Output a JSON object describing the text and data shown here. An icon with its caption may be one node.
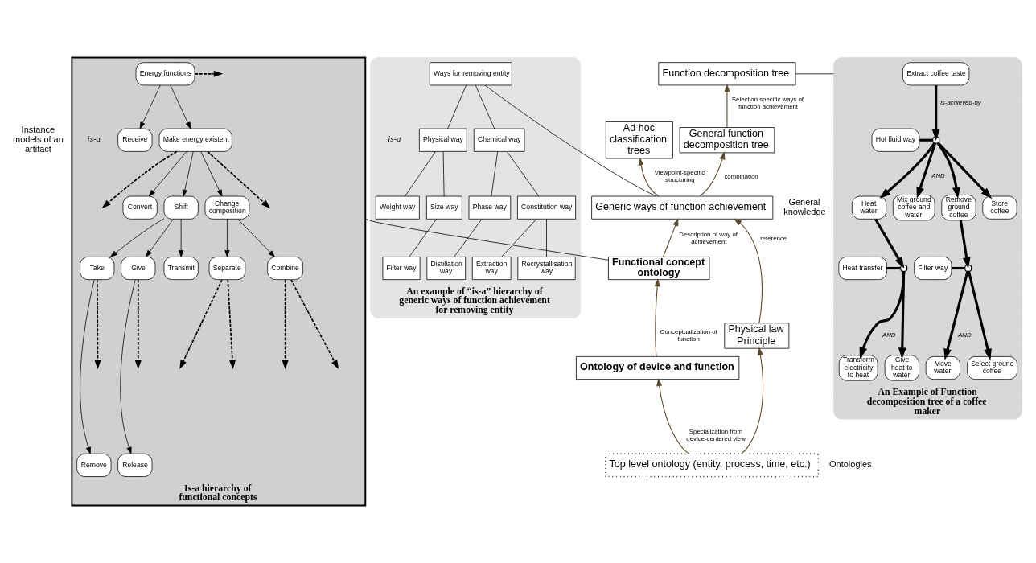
{
  "diagram": {
    "nodes": [
      {
        "text": [
          "Function decomposition tree"
        ]
      },
      {
        "text": [
          "General function decomposition tree"
        ]
      },
      {
        "text": [
          "Ad hoc classification trees"
        ]
      },
      {
        "text": [
          "Generic ways of function achievement"
        ]
      },
      {
        "text": [
          "Functional concept ontology"
        ]
      },
      {
        "text": [
          "Physical law Principle"
        ]
      },
      {
        "text": [
          "Ontology of device and function"
        ]
      },
      {
        "text": [
          "Top level ontology (entity, process, time, etc.)"
        ]
      },
      {
        "text": [
          "Is-a hierarchy of functional concepts"
        ]
      },
      {
        "text": [
          "Energy functions"
        ],
        "in": 8
      },
      {
        "text": [
          "Receive"
        ],
        "in": 8
      },
      {
        "text": [
          "Make energy existent"
        ],
        "in": 8
      },
      {
        "text": [
          "Convert"
        ],
        "in": 8
      },
      {
        "text": [
          "Shift"
        ],
        "in": 8
      },
      {
        "text": [
          "Change composition"
        ],
        "in": 8
      },
      {
        "text": [
          "Take"
        ],
        "in": 8
      },
      {
        "text": [
          "Give"
        ],
        "in": 8
      },
      {
        "text": [
          "Transmit"
        ],
        "in": 8
      },
      {
        "text": [
          "Separate"
        ],
        "in": 8
      },
      {
        "text": [
          "Combine"
        ],
        "in": 8
      },
      {
        "text": [
          "Remove"
        ],
        "in": 8
      },
      {
        "text": [
          "Release"
        ],
        "in": 8
      },
      {
        "text": [
          "An Example of Function decomposition tree of a coffee maker"
        ]
      },
      {
        "text": [
          "Extract coffee taste"
        ],
        "in": 22
      },
      {
        "text": [
          "Hot fluid way"
        ],
        "in": 22
      },
      {
        "text": [],
        "shape": "box",
        "in": 22
      },
      {
        "text": [
          "Heat water"
        ],
        "in": 22
      },
      {
        "text": [
          "Mix ground coffee and water"
        ],
        "in": 22
      },
      {
        "text": [
          "Remove ground coffee"
        ],
        "in": 22
      },
      {
        "text": [
          "Store coffee"
        ],
        "in": 22
      },
      {
        "text": [],
        "shape": "box",
        "in": 22
      },
      {
        "text": [
          "Heat transfer"
        ],
        "in": 22
      },
      {
        "text": [],
        "shape": "box",
        "in": 22
      },
      {
        "text": [
          "Filter way"
        ],
        "in": 22
      },
      {
        "text": [
          "Transform electricity to heat"
        ],
        "in": 22
      },
      {
        "text": [
          "Give heat to water"
        ],
        "in": 22
      },
      {
        "text": [
          "Move water"
        ],
        "in": 22
      },
      {
        "text": [
          "Select ground coffee"
        ],
        "in": 22
      },
      {
        "text": [
          "An example of “is-a” hierarchy of generic ways of function achievement for removing entity"
        ]
      },
      {
        "text": [
          "Ways for removing entity"
        ],
        "in": 38
      },
      {
        "text": [
          "Physical way"
        ],
        "in": 38
      },
      {
        "text": [
          "Chemical way"
        ],
        "in": 38
      },
      {
        "text": [
          "Weight way"
        ],
        "in": 38
      },
      {
        "text": [
          "Size way"
        ],
        "in": 38
      },
      {
        "text": [
          "Phase way"
        ],
        "in": 38
      },
      {
        "text": [
          "Constitution way"
        ],
        "in": 38
      },
      {
        "text": [
          "Filter way"
        ],
        "in": 38
      },
      {
        "text": [
          "Distillation way"
        ],
        "in": 38
      },
      {
        "text": [
          "Extraction way"
        ],
        "in": 38
      },
      {
        "text": [
          "Recrystallisation way"
        ],
        "in": 38
      }
    ],
    "edges": [
      {
        "from": 1,
        "to": 0,
        "arrow": "to",
        "label": "Selection specific ways of function achievement",
        "color": "#5c4a2e"
      },
      {
        "from": 3,
        "to": 1,
        "arrow": "to",
        "label": "combination",
        "color": "#5c4a2e"
      },
      {
        "from": 3,
        "to": 2,
        "arrow": "to",
        "label": "Viewpoint-specific structuring",
        "color": "#5c4a2e"
      },
      {
        "from": 4,
        "to": 3,
        "arrow": "to",
        "label": "Description of way of achievement",
        "color": "#5c4a2e"
      },
      {
        "from": 5,
        "to": 3,
        "arrow": "to",
        "label": "reference",
        "color": "#5c4a2e"
      },
      {
        "from": 6,
        "to": 4,
        "arrow": "to",
        "label": "Conceptualization of function",
        "color": "#5c4a2e"
      },
      {
        "from": 7,
        "to": 6,
        "arrow": "to",
        "label": "Specialization from device-centered view",
        "color": "#5c4a2e"
      },
      {
        "from": 7,
        "to": 5,
        "arrow": "to",
        "color": "#5c4a2e"
      },
      {
        "from": 0,
        "to": 22,
        "arrow": "none"
      },
      {
        "from": 3,
        "to": 39,
        "arrow": "none"
      },
      {
        "from": 4,
        "to": 8,
        "arrow": "none"
      },
      {
        "from": 9,
        "to": 10,
        "arrow": "to"
      },
      {
        "from": 9,
        "to": 11,
        "arrow": "to"
      },
      {
        "from": 9,
        "to": null,
        "arrow": "to",
        "style": "dashed"
      },
      {
        "from": 11,
        "to": 12,
        "arrow": "to"
      },
      {
        "from": 11,
        "to": 13,
        "arrow": "to"
      },
      {
        "from": 11,
        "to": 14,
        "arrow": "to"
      },
      {
        "from": 11,
        "to": null,
        "arrow": "to",
        "style": "dashed"
      },
      {
        "from": 11,
        "to": null,
        "arrow": "to",
        "style": "dashed"
      },
      {
        "from": 13,
        "to": 15,
        "arrow": "to"
      },
      {
        "from": 13,
        "to": 16,
        "arrow": "to"
      },
      {
        "from": 13,
        "to": 17,
        "arrow": "to"
      },
      {
        "from": 14,
        "to": 18,
        "arrow": "to"
      },
      {
        "from": 14,
        "to": 19,
        "arrow": "to"
      },
      {
        "from": 15,
        "to": 20,
        "arrow": "to"
      },
      {
        "from": 15,
        "to": null,
        "arrow": "to",
        "style": "dashed"
      },
      {
        "from": 16,
        "to": 21,
        "arrow": "to"
      },
      {
        "from": 16,
        "to": null,
        "arrow": "to",
        "style": "dashed"
      },
      {
        "from": 18,
        "to": null,
        "arrow": "to",
        "style": "dashed"
      },
      {
        "from": 18,
        "to": null,
        "arrow": "to",
        "style": "dashed"
      },
      {
        "from": 19,
        "to": null,
        "arrow": "to",
        "style": "dashed"
      },
      {
        "from": 19,
        "to": null,
        "arrow": "to",
        "style": "dashed"
      },
      {
        "from": 23,
        "to": 25,
        "arrow": "to",
        "label": "is-achieved-by",
        "style": "thick"
      },
      {
        "from": 24,
        "to": 25,
        "arrow": "none",
        "style": "thick"
      },
      {
        "from": 25,
        "to": 26,
        "arrow": "to",
        "style": "thick"
      },
      {
        "from": 25,
        "to": 27,
        "arrow": "to",
        "label": "AND",
        "style": "thick"
      },
      {
        "from": 25,
        "to": 28,
        "arrow": "to",
        "style": "thick"
      },
      {
        "from": 25,
        "to": 29,
        "arrow": "to",
        "style": "thick"
      },
      {
        "from": 26,
        "to": 30,
        "arrow": "to",
        "style": "thick"
      },
      {
        "from": 31,
        "to": 30,
        "arrow": "none",
        "style": "thick"
      },
      {
        "from": 30,
        "to": 34,
        "arrow": "to",
        "label": "AND",
        "style": "thick"
      },
      {
        "from": 30,
        "to": 35,
        "arrow": "to",
        "style": "thick"
      },
      {
        "from": 28,
        "to": 32,
        "arrow": "to",
        "style": "thick"
      },
      {
        "from": 33,
        "to": 32,
        "arrow": "none",
        "style": "thick"
      },
      {
        "from": 32,
        "to": 36,
        "arrow": "to",
        "label": "AND",
        "style": "thick"
      },
      {
        "from": 32,
        "to": 37,
        "arrow": "to",
        "style": "thick"
      },
      {
        "from": 39,
        "to": 40,
        "arrow": "none"
      },
      {
        "from": 39,
        "to": 41,
        "arrow": "none"
      },
      {
        "from": 40,
        "to": 42,
        "arrow": "none"
      },
      {
        "from": 40,
        "to": 43,
        "arrow": "none"
      },
      {
        "from": 41,
        "to": 44,
        "arrow": "none"
      },
      {
        "from": 41,
        "to": 45,
        "arrow": "none"
      },
      {
        "from": 43,
        "to": 46,
        "arrow": "none"
      },
      {
        "from": 44,
        "to": 47,
        "arrow": "none"
      },
      {
        "from": 45,
        "to": 48,
        "arrow": "none"
      },
      {
        "from": 45,
        "to": 49,
        "arrow": "none"
      }
    ],
    "labels": [
      "Instance models of an artifact",
      "General knowledge",
      "is-a",
      "is-a",
      "Ontologies"
    ]
  }
}
